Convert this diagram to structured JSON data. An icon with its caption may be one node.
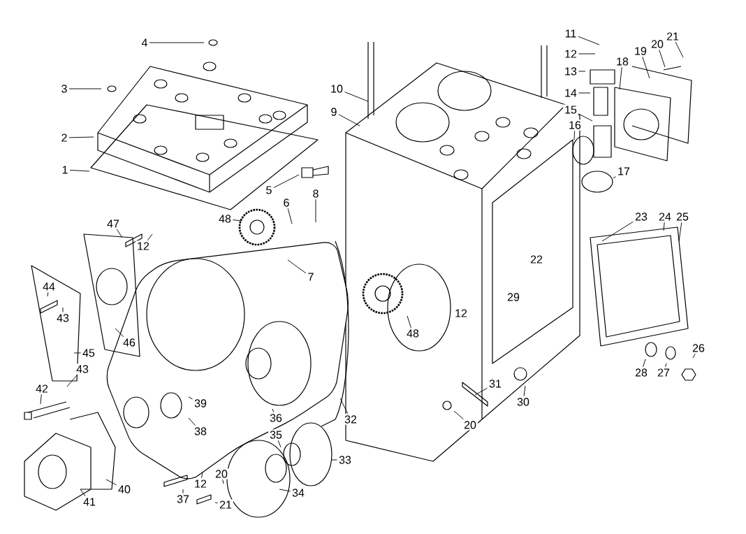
{
  "diagram": {
    "nodes": [
      {
        "text": [
          "1"
        ]
      },
      {
        "text": [
          "2"
        ]
      },
      {
        "text": [
          "3"
        ]
      },
      {
        "text": [
          "4"
        ]
      },
      {
        "text": [
          "5"
        ]
      },
      {
        "text": [
          "6"
        ]
      },
      {
        "text": [
          "8"
        ]
      },
      {
        "text": [
          "48"
        ]
      },
      {
        "text": [
          "47"
        ]
      },
      {
        "text": [
          "12"
        ]
      },
      {
        "text": [
          "7"
        ]
      },
      {
        "text": [
          "10"
        ]
      },
      {
        "text": [
          "9"
        ]
      },
      {
        "text": [
          "11"
        ]
      },
      {
        "text": [
          "12"
        ]
      },
      {
        "text": [
          "13"
        ]
      },
      {
        "text": [
          "14"
        ]
      },
      {
        "text": [
          "15"
        ]
      },
      {
        "text": [
          "16"
        ]
      },
      {
        "text": [
          "17"
        ]
      },
      {
        "text": [
          "18"
        ]
      },
      {
        "text": [
          "19"
        ]
      },
      {
        "text": [
          "20"
        ]
      },
      {
        "text": [
          "21"
        ]
      },
      {
        "text": [
          "23"
        ]
      },
      {
        "text": [
          "24"
        ]
      },
      {
        "text": [
          "25"
        ]
      },
      {
        "text": [
          "48"
        ]
      },
      {
        "text": [
          "26"
        ]
      },
      {
        "text": [
          "27"
        ]
      },
      {
        "text": [
          "28"
        ]
      },
      {
        "text": [
          "30"
        ]
      },
      {
        "text": [
          "31"
        ]
      },
      {
        "text": [
          "20"
        ]
      },
      {
        "text": [
          "32"
        ]
      },
      {
        "text": [
          "33"
        ]
      },
      {
        "text": [
          "34"
        ]
      },
      {
        "text": [
          "35"
        ]
      },
      {
        "text": [
          "36"
        ]
      },
      {
        "text": [
          "37"
        ]
      },
      {
        "text": [
          "38"
        ]
      },
      {
        "text": [
          "39"
        ]
      },
      {
        "text": [
          "40"
        ]
      },
      {
        "text": [
          "41"
        ]
      },
      {
        "text": [
          "42"
        ]
      },
      {
        "text": [
          "43"
        ]
      },
      {
        "text": [
          "43"
        ]
      },
      {
        "text": [
          "44"
        ]
      },
      {
        "text": [
          "45"
        ]
      },
      {
        "text": [
          "46"
        ]
      },
      {
        "text": [
          "12"
        ]
      },
      {
        "text": [
          "20"
        ]
      },
      {
        "text": [
          "21"
        ]
      }
    ],
    "edges": [
      {
        "from": 0,
        "to": null,
        "arrow": "none"
      },
      {
        "from": 1,
        "to": null,
        "arrow": "none"
      },
      {
        "from": 2,
        "to": null,
        "arrow": "none"
      },
      {
        "from": 3,
        "to": null,
        "arrow": "none"
      },
      {
        "from": 4,
        "to": null,
        "arrow": "none"
      },
      {
        "from": 5,
        "to": null,
        "arrow": "none"
      },
      {
        "from": 6,
        "to": null,
        "arrow": "none"
      },
      {
        "from": 7,
        "to": null,
        "arrow": "none"
      },
      {
        "from": 8,
        "to": null,
        "arrow": "none"
      },
      {
        "from": 9,
        "to": null,
        "arrow": "none"
      },
      {
        "from": 10,
        "to": null,
        "arrow": "none"
      },
      {
        "from": 11,
        "to": null,
        "arrow": "none"
      },
      {
        "from": 12,
        "to": null,
        "arrow": "none"
      },
      {
        "from": 13,
        "to": null,
        "arrow": "none"
      },
      {
        "from": 14,
        "to": null,
        "arrow": "none"
      },
      {
        "from": 15,
        "to": null,
        "arrow": "none"
      },
      {
        "from": 16,
        "to": null,
        "arrow": "none"
      },
      {
        "from": 17,
        "to": null,
        "arrow": "none"
      },
      {
        "from": 18,
        "to": null,
        "arrow": "none"
      },
      {
        "from": 19,
        "to": null,
        "arrow": "none"
      },
      {
        "from": 20,
        "to": null,
        "arrow": "none"
      },
      {
        "from": 21,
        "to": null,
        "arrow": "none"
      },
      {
        "from": 22,
        "to": null,
        "arrow": "none"
      },
      {
        "from": 23,
        "to": null,
        "arrow": "none"
      },
      {
        "from": 24,
        "to": null,
        "arrow": "none"
      },
      {
        "from": 25,
        "to": null,
        "arrow": "none"
      },
      {
        "from": 26,
        "to": null,
        "arrow": "none"
      },
      {
        "from": 27,
        "to": null,
        "arrow": "none"
      },
      {
        "from": 28,
        "to": null,
        "arrow": "none"
      },
      {
        "from": 29,
        "to": null,
        "arrow": "none"
      },
      {
        "from": 30,
        "to": null,
        "arrow": "none"
      },
      {
        "from": 31,
        "to": null,
        "arrow": "none"
      },
      {
        "from": 32,
        "to": null,
        "arrow": "none"
      },
      {
        "from": 33,
        "to": null,
        "arrow": "none"
      },
      {
        "from": 34,
        "to": null,
        "arrow": "none"
      },
      {
        "from": 35,
        "to": null,
        "arrow": "none"
      },
      {
        "from": 36,
        "to": null,
        "arrow": "none"
      },
      {
        "from": 37,
        "to": null,
        "arrow": "none"
      },
      {
        "from": 38,
        "to": null,
        "arrow": "none"
      },
      {
        "from": 39,
        "to": null,
        "arrow": "none"
      },
      {
        "from": 40,
        "to": null,
        "arrow": "none"
      },
      {
        "from": 41,
        "to": null,
        "arrow": "none"
      },
      {
        "from": 42,
        "to": null,
        "arrow": "none"
      },
      {
        "from": 43,
        "to": null,
        "arrow": "none"
      },
      {
        "from": 44,
        "to": null,
        "arrow": "none"
      },
      {
        "from": 45,
        "to": null,
        "arrow": "none"
      },
      {
        "from": 46,
        "to": null,
        "arrow": "none"
      },
      {
        "from": 47,
        "to": null,
        "arrow": "none"
      },
      {
        "from": 48,
        "to": null,
        "arrow": "none"
      },
      {
        "from": 49,
        "to": null,
        "arrow": "none"
      },
      {
        "from": 50,
        "to": null,
        "arrow": "none"
      },
      {
        "from": 51,
        "to": null,
        "arrow": "none"
      },
      {
        "from": 52,
        "to": null,
        "arrow": "none"
      }
    ],
    "labels": [
      "22",
      "29",
      "12"
    ]
  }
}
